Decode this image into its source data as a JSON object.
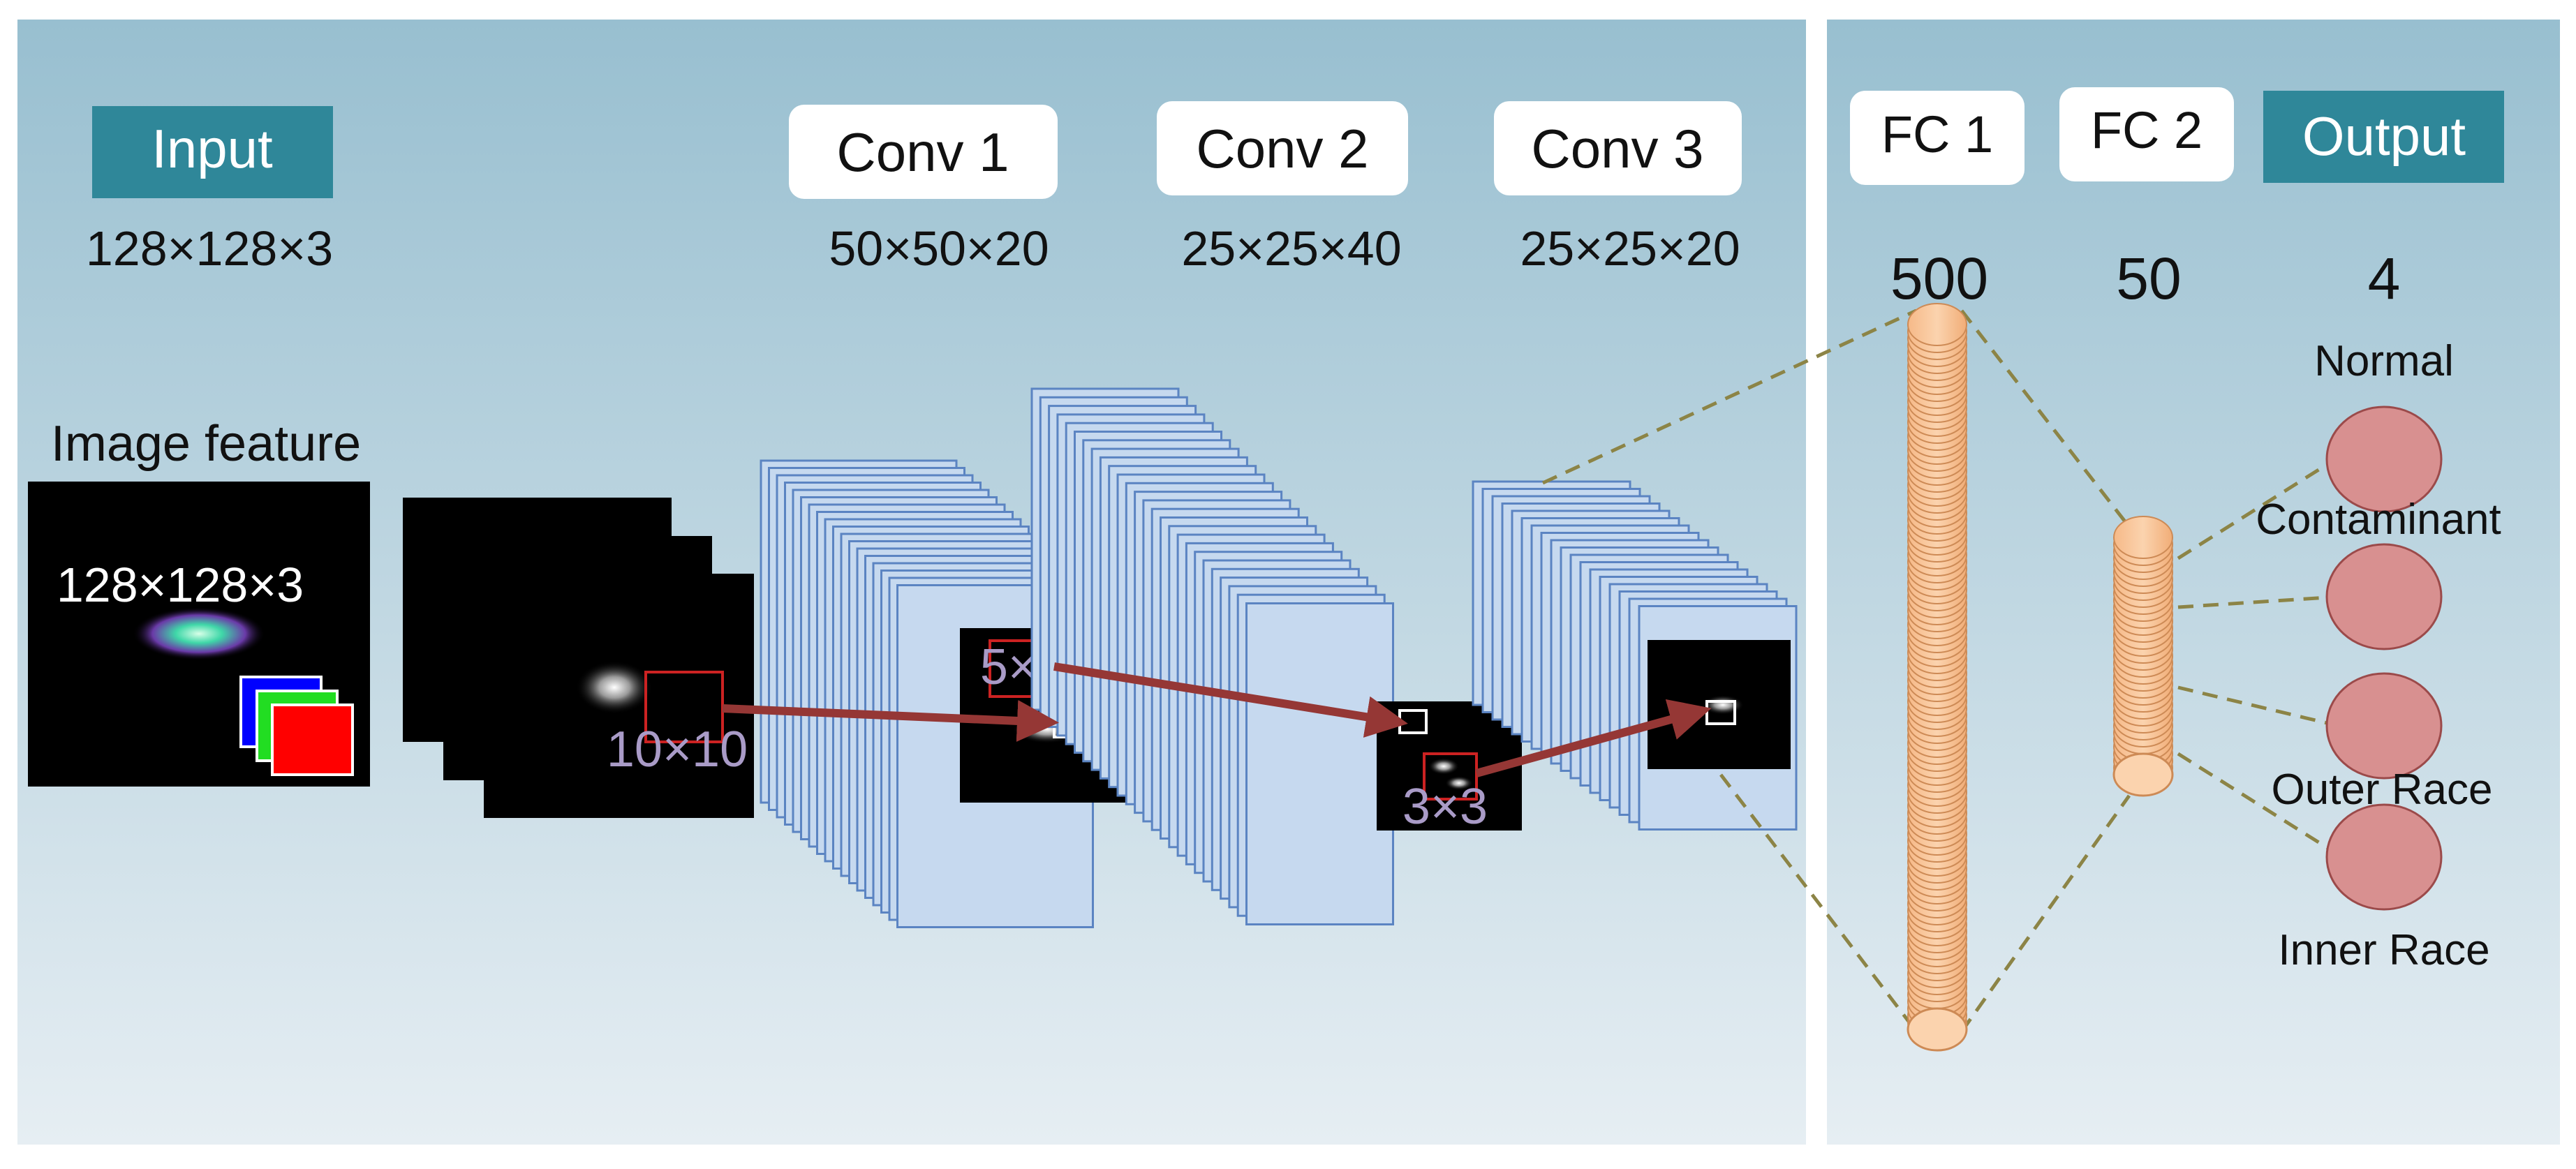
{
  "stages": {
    "input": {
      "label": "Input",
      "dims": "128×128×3"
    },
    "conv1": {
      "label": "Conv 1",
      "dims": "50×50×20"
    },
    "conv2": {
      "label": "Conv 2",
      "dims": "25×25×40"
    },
    "conv3": {
      "label": "Conv 3",
      "dims": "25×25×20"
    },
    "fc1": {
      "label": "FC 1",
      "units": "500"
    },
    "fc2": {
      "label": "FC 2",
      "units": "50"
    },
    "output": {
      "label": "Output",
      "units": "4"
    }
  },
  "image_feature": {
    "title": "Image feature",
    "dims": "128×128×3"
  },
  "kernels": {
    "k1": "10×10",
    "k2": "5×5",
    "k3": "3×3"
  },
  "classes": [
    "Normal",
    "Contaminant",
    "Outer Race",
    "Inner Race"
  ],
  "colors": {
    "bg_top": "#98bfd0",
    "bg_bottom": "#e6eef3",
    "label_box": "#2f8799",
    "map_fill": "#c6d9ef",
    "map_stroke": "#5b84c2",
    "arrow": "#953735",
    "kernel_box": "#cc2222",
    "dashed": "#8c8446",
    "neuron_fill": "#fbd3ae",
    "neuron_stroke": "#cd8a55",
    "output_fill": "#d89090",
    "output_stroke": "#9b4a4a",
    "kernel_text": "#a99bc7"
  }
}
